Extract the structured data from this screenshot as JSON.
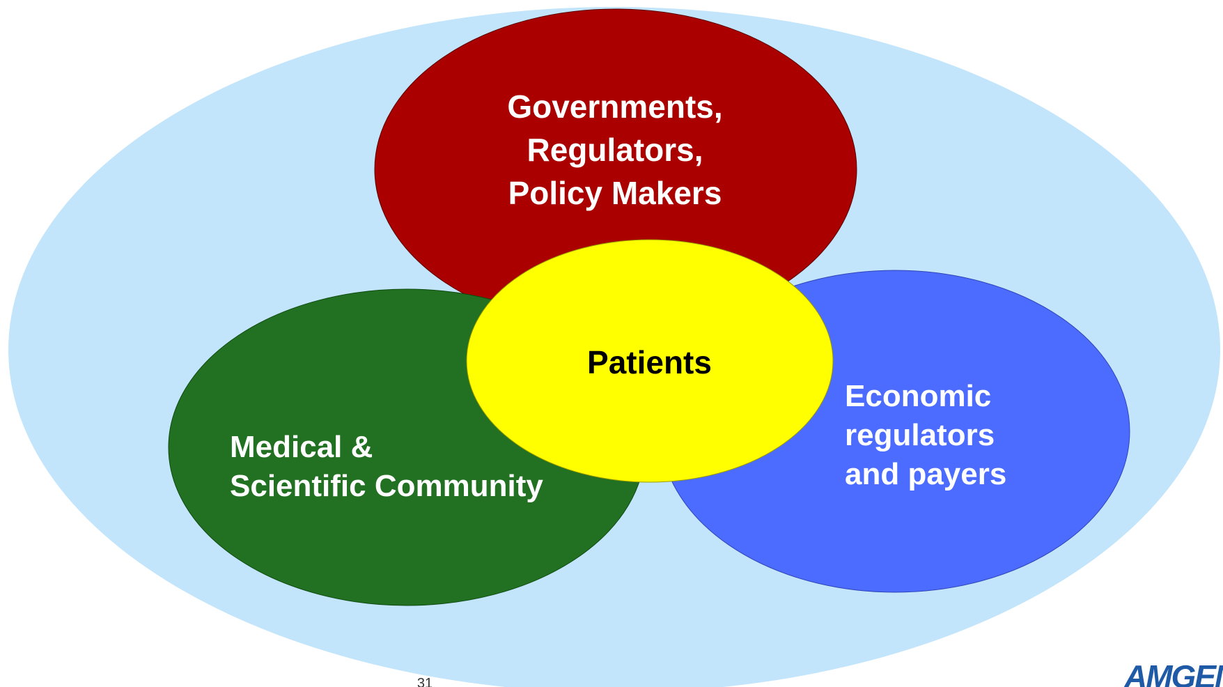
{
  "diagram": {
    "nodes": [
      {
        "id": "top",
        "label": "Governments,\nRegulators,\nPolicy Makers"
      },
      {
        "id": "left",
        "label": "Medical &\nScientific Community"
      },
      {
        "id": "right",
        "label": "Economic\nregulators\nand payers"
      },
      {
        "id": "center",
        "label": "Patients"
      }
    ]
  },
  "footer": {
    "page_number": "31",
    "logo_text": "AMGEN"
  },
  "colors": {
    "outer_ellipse": "#c2e5fb",
    "top_ellipse": "#aa0000",
    "left_ellipse": "#227122",
    "right_ellipse": "#4c6cff",
    "center_ellipse": "#ffff00",
    "logo": "#1f5aa6"
  }
}
